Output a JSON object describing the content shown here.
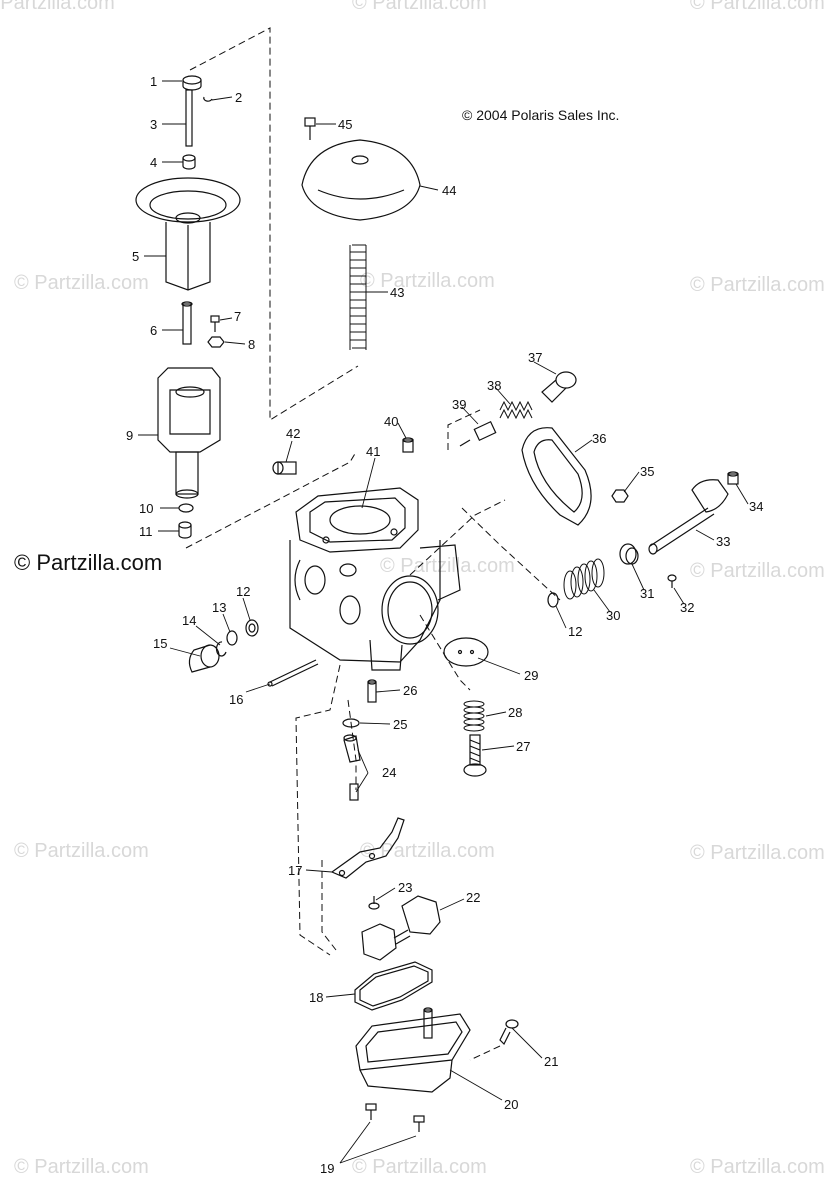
{
  "copyright": "© 2004 Polaris Sales Inc.",
  "watermark": "© Partzilla.com",
  "watermark_bold": "© Partzilla.com",
  "callouts": [
    "1",
    "2",
    "3",
    "4",
    "5",
    "6",
    "7",
    "8",
    "9",
    "10",
    "11",
    "12",
    "13",
    "14",
    "15",
    "16",
    "17",
    "18",
    "19",
    "20",
    "21",
    "22",
    "23",
    "24",
    "25",
    "26",
    "27",
    "28",
    "29",
    "30",
    "31",
    "32",
    "33",
    "34",
    "35",
    "36",
    "37",
    "38",
    "39",
    "40",
    "41",
    "42",
    "43",
    "44",
    "45"
  ],
  "callout_12_second": "12"
}
